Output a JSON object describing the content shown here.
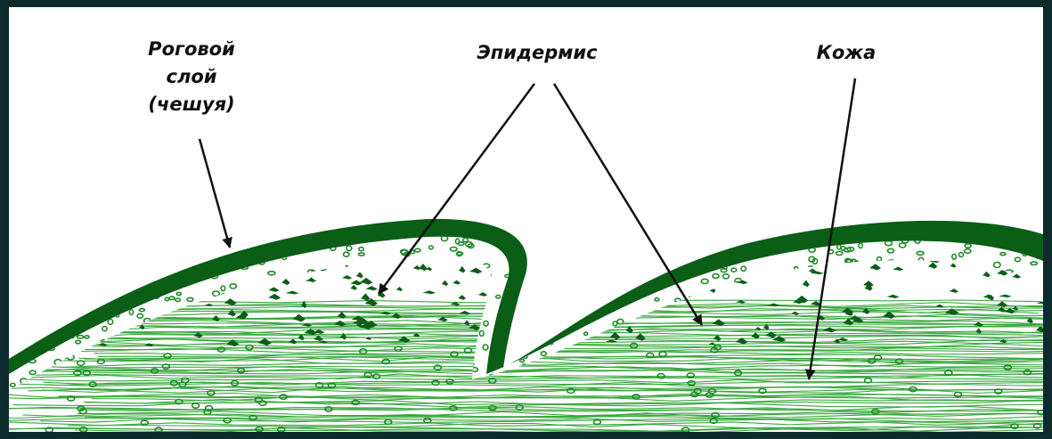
{
  "labels": {
    "stratum_corneum": [
      "Роговой",
      "слой",
      "(чешуя)"
    ],
    "epidermis": "Эпидермис",
    "skin": "Кожа"
  },
  "colors": {
    "background": "#0d2a2c",
    "canvas": "#ffffff",
    "scale_dark": "#0b5e16",
    "tissue": "#1f8a28",
    "fibers": "#3aa83f",
    "arrow": "#111111"
  }
}
